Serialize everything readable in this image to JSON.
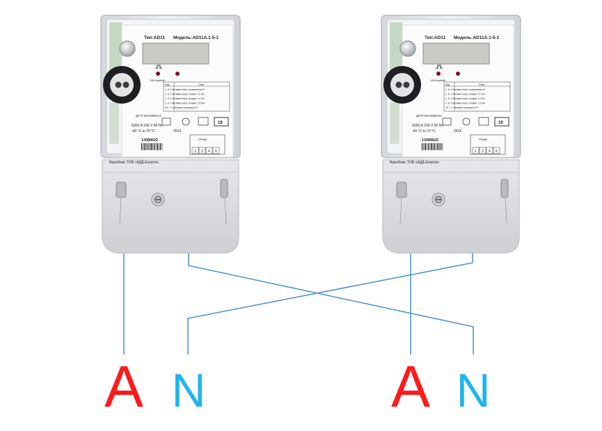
{
  "colors": {
    "phase": "#ff1a1a",
    "neutral": "#1fb5ee",
    "wire": "#4f95d4",
    "meter_body": "#e9eaec",
    "meter_base": "#dcdde0"
  },
  "meters": [
    {
      "type_label": "Тип:AD11",
      "model_label": "Модель:AD11A.1-5-1",
      "pulse_label": "1000 imp/kWh",
      "obis_header_left": "Код",
      "obis_header_right": "Опис",
      "obis_rows": [
        "1. 8. 0  Активна енер. споживання  А+",
        "1. 8. 1  Активна енер. спожив. т.1 А1+",
        "1. 8. 2  Активна енер. спожив. т.2 А2+",
        "1. 8. 3  Активна енер. спожив. т.3 А3+",
        "15. 7. 0  Активна потужність Р+"
      ],
      "standard": "ДСТУ EN 62053-21",
      "ratings": "5(60) A   230 V   50 Hz",
      "temp": "-40 °C to 70 °C",
      "year": "2019",
      "serial": "13089622",
      "class_box": "19",
      "diagram_label": "PRIME",
      "terminals": [
        "1",
        "3",
        "4",
        "6"
      ],
      "maker": "Виробник: ТОВ «АДД-Енергія»"
    },
    {
      "type_label": "Тип:AD11",
      "model_label": "Модель:AD11A.1-5-1",
      "pulse_label": "1000 imp/kWh",
      "obis_header_left": "Код",
      "obis_header_right": "Опис",
      "obis_rows": [
        "1. 8. 0  Активна енер. споживання  А+",
        "1. 8. 1  Активна енер. спожив. т.1 А1+",
        "1. 8. 2  Активна енер. спожив. т.2 А2+",
        "1. 8. 3  Активна енер. спожив. т.3 А3+",
        "15. 7. 0  Активна потужність Р+"
      ],
      "standard": "ДСТУ EN 62053-21",
      "ratings": "5(60) A   230 V   50 Hz",
      "temp": "-40 °C to 70 °C",
      "year": "2019",
      "serial": "13089622",
      "class_box": "19",
      "diagram_label": "PRIME",
      "terminals": [
        "1",
        "3",
        "4",
        "6"
      ],
      "maker": "Виробник: ТОВ «АДД-Енергія»"
    }
  ],
  "terminal_labels": [
    {
      "text": "A",
      "kind": "phase"
    },
    {
      "text": "N",
      "kind": "neutral"
    },
    {
      "text": "A",
      "kind": "phase"
    },
    {
      "text": "N",
      "kind": "neutral"
    }
  ]
}
